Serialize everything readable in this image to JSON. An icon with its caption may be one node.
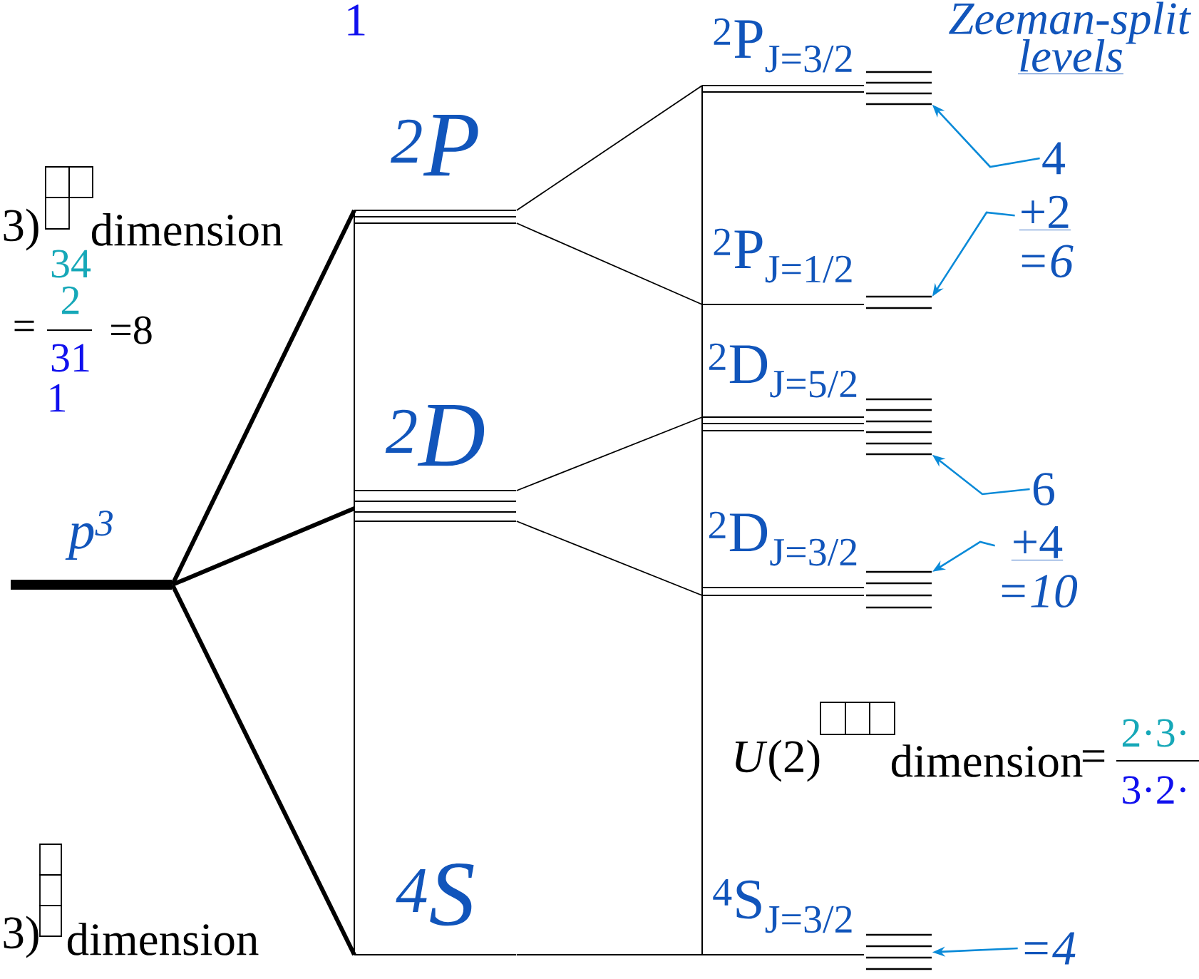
{
  "diagram": {
    "nodes": [
      {
        "text": [
          "p$^{3}$"
        ]
      },
      {
        "text": [
          "$^{2}$P"
        ]
      },
      {
        "text": [
          "$^{2}$D"
        ]
      },
      {
        "text": [
          "$^{4}$S"
        ]
      },
      {
        "text": [
          "$^{2}$P$_{J=3/2}$"
        ]
      },
      {
        "text": [
          "$^{2}$P$_{J=1/2}$"
        ]
      },
      {
        "text": [
          "$^{2}$D$_{J=5/2}$"
        ]
      },
      {
        "text": [
          "$^{2}$D$_{J=3/2}$"
        ]
      },
      {
        "text": [
          "$^{4}$S$_{J=3/2}$"
        ]
      },
      {
        "text": [],
        "shape": "lines"
      },
      {
        "text": [],
        "shape": "lines"
      },
      {
        "text": [],
        "shape": "lines"
      },
      {
        "text": [],
        "shape": "lines"
      },
      {
        "text": [],
        "shape": "lines"
      },
      {
        "text": [
          "4"
        ]
      },
      {
        "text": [
          "+2",
          "=6"
        ]
      },
      {
        "text": [
          "6"
        ]
      },
      {
        "text": [
          "+4",
          "=10"
        ]
      },
      {
        "text": [
          "=4"
        ]
      }
    ],
    "edges": [
      {
        "from": 0,
        "to": 1,
        "arrow": "none",
        "style": "thick"
      },
      {
        "from": 0,
        "to": 2,
        "arrow": "none",
        "style": "thick"
      },
      {
        "from": 0,
        "to": 3,
        "arrow": "none",
        "style": "thick"
      },
      {
        "from": 1,
        "to": 4,
        "arrow": "none"
      },
      {
        "from": 1,
        "to": 5,
        "arrow": "none"
      },
      {
        "from": 2,
        "to": 6,
        "arrow": "none"
      },
      {
        "from": 2,
        "to": 7,
        "arrow": "none"
      },
      {
        "from": 3,
        "to": 8,
        "arrow": "none"
      },
      {
        "from": 14,
        "to": 9,
        "arrow": "to",
        "color": "#0a8ad8"
      },
      {
        "from": 15,
        "to": 10,
        "arrow": "to",
        "color": "#0a8ad8"
      },
      {
        "from": 16,
        "to": 11,
        "arrow": "to",
        "color": "#0a8ad8"
      },
      {
        "from": 17,
        "to": 12,
        "arrow": "to",
        "color": "#0a8ad8"
      },
      {
        "from": 18,
        "to": 13,
        "arrow": "to",
        "color": "#0a8ad8"
      }
    ],
    "labels": [
      "1",
      "Zeeman-split",
      "levels",
      "3)",
      "dimension",
      "34",
      "2",
      "=",
      "31",
      "1",
      "=8",
      "*U*(2)",
      "dimension",
      "=",
      "2·3·",
      "3·2·",
      "3)",
      "dimension"
    ]
  }
}
